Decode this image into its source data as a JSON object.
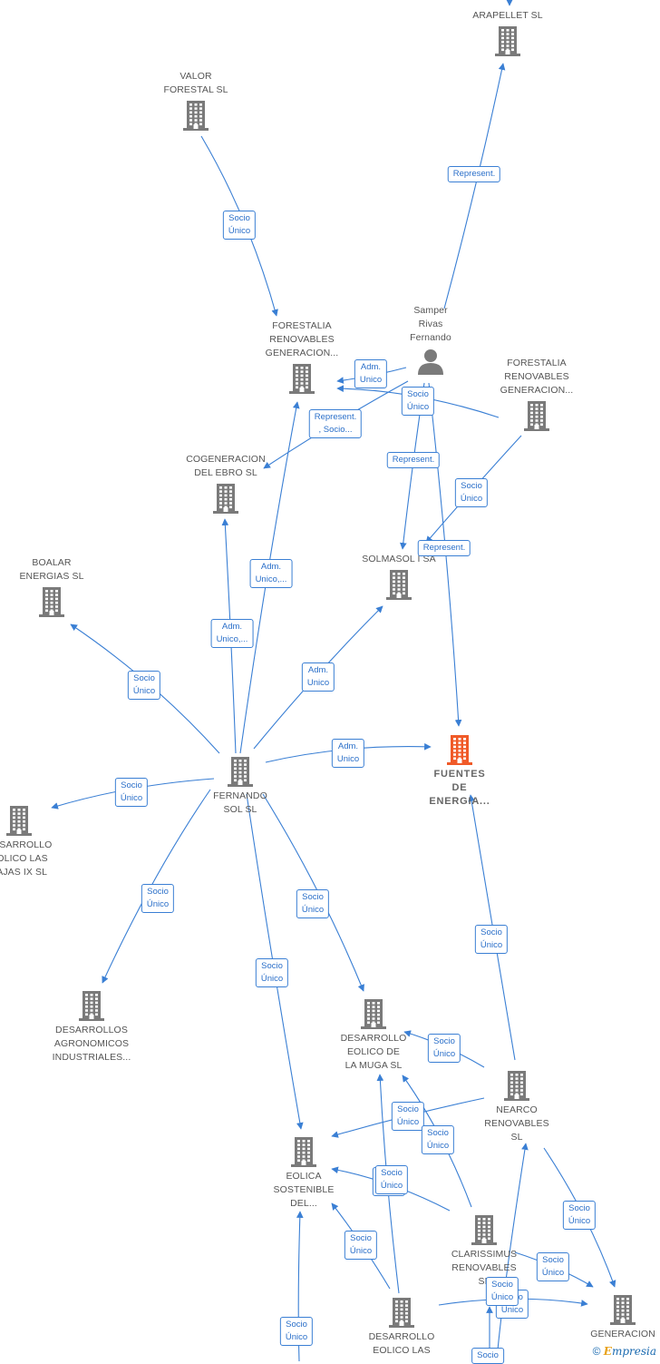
{
  "colors": {
    "edge": "#3a7fd4",
    "company": "#7a7a7a",
    "main_company": "#f05a28",
    "person": "#7a7a7a"
  },
  "nodes": [
    {
      "id": "arapellet",
      "kind": "company",
      "lines": [
        "ARAPELLET  SL"
      ]
    },
    {
      "id": "valor",
      "kind": "company",
      "lines": [
        "VALOR",
        "FORESTAL SL"
      ]
    },
    {
      "id": "forestalia1",
      "kind": "company",
      "lines": [
        "FORESTALIA",
        "RENOVABLES",
        "GENERACION..."
      ]
    },
    {
      "id": "samper",
      "kind": "person",
      "lines": [
        "Samper",
        "Rivas",
        "Fernando"
      ]
    },
    {
      "id": "forestalia2",
      "kind": "company",
      "lines": [
        "FORESTALIA",
        "RENOVABLES",
        "GENERACION..."
      ]
    },
    {
      "id": "cogeneracion",
      "kind": "company",
      "lines": [
        "COGENERACION",
        "DEL EBRO  SL"
      ]
    },
    {
      "id": "solmasol",
      "kind": "company",
      "lines": [
        "SOLMASOL I SA"
      ]
    },
    {
      "id": "boalar",
      "kind": "company",
      "lines": [
        "BOALAR",
        "ENERGIAS  SL"
      ]
    },
    {
      "id": "fernando",
      "kind": "company",
      "lines": [
        "FERNANDO",
        "SOL SL"
      ]
    },
    {
      "id": "fuentes",
      "kind": "main",
      "lines": [
        "FUENTES",
        "DE",
        "ENERGIA..."
      ]
    },
    {
      "id": "eolico_ix",
      "kind": "company",
      "lines": [
        "DESARROLLO",
        "EOLICO LAS",
        "PAJAS IX  SL"
      ]
    },
    {
      "id": "agronomicos",
      "kind": "company",
      "lines": [
        "DESARROLLOS",
        "AGRONOMICOS",
        "INDUSTRIALES..."
      ]
    },
    {
      "id": "muga",
      "kind": "company",
      "lines": [
        "DESARROLLO",
        "EOLICO DE",
        "LA MUGA SL"
      ]
    },
    {
      "id": "nearco",
      "kind": "company",
      "lines": [
        "NEARCO",
        "RENOVABLES",
        "SL"
      ]
    },
    {
      "id": "eolica_sost",
      "kind": "company",
      "lines": [
        "EOLICA",
        "SOSTENIBLE",
        "DEL..."
      ]
    },
    {
      "id": "clarissimus",
      "kind": "company",
      "lines": [
        "CLARISSIMUS",
        "RENOVABLES",
        "SL"
      ]
    },
    {
      "id": "eolico_las",
      "kind": "company",
      "lines": [
        "DESARROLLO",
        "EOLICO LAS"
      ]
    },
    {
      "id": "generacion",
      "kind": "company",
      "lines": [
        "GENERACION"
      ]
    }
  ],
  "edges": [
    {
      "from": "samper",
      "to": "arapellet",
      "label": [
        "Represent."
      ]
    },
    {
      "from": "valor",
      "to": "forestalia1",
      "label": [
        "Socio",
        "Único"
      ]
    },
    {
      "from": "samper",
      "to": "forestalia1",
      "label": [
        "Adm.",
        "Unico"
      ]
    },
    {
      "from": "forestalia2",
      "to": "forestalia1",
      "label": [
        "Socio",
        "Único"
      ]
    },
    {
      "from": "samper",
      "to": "cogeneracion",
      "label": [
        "Represent.",
        ", Socio..."
      ]
    },
    {
      "from": "samper",
      "to": "solmasol",
      "label": [
        "Represent."
      ]
    },
    {
      "from": "forestalia2",
      "to": "solmasol",
      "label": [
        "Socio",
        "Único"
      ]
    },
    {
      "from": "samper",
      "to": "fuentes",
      "label": [
        "Represent."
      ]
    },
    {
      "from": "fernando",
      "to": "forestalia1",
      "label": [
        "Adm.",
        "Unico,..."
      ]
    },
    {
      "from": "fernando",
      "to": "cogeneracion",
      "label": [
        "Adm.",
        "Unico,..."
      ]
    },
    {
      "from": "fernando",
      "to": "solmasol",
      "label": [
        "Adm.",
        "Unico"
      ]
    },
    {
      "from": "fernando",
      "to": "boalar",
      "label": [
        "Socio",
        "Único"
      ]
    },
    {
      "from": "fernando",
      "to": "fuentes",
      "label": [
        "Adm.",
        "Unico"
      ]
    },
    {
      "from": "fernando",
      "to": "eolico_ix",
      "label": [
        "Socio",
        "Único"
      ]
    },
    {
      "from": "fernando",
      "to": "agronomicos",
      "label": [
        "Socio",
        "Único"
      ]
    },
    {
      "from": "fernando",
      "to": "muga",
      "label": [
        "Socio",
        "Único"
      ]
    },
    {
      "from": "fernando",
      "to": "eolica_sost",
      "label": [
        "Socio",
        "Único"
      ]
    },
    {
      "from": "nearco",
      "to": "fuentes",
      "label": [
        "Socio",
        "Único"
      ]
    },
    {
      "from": "nearco",
      "to": "muga",
      "label": [
        "Socio",
        "Único"
      ]
    },
    {
      "from": "nearco",
      "to": "eolica_sost",
      "label": [
        "Socio",
        "Único"
      ]
    },
    {
      "from": "nearco",
      "to": "generacion",
      "label": [
        "Socio",
        "Único"
      ]
    },
    {
      "from": "clarissimus",
      "to": "muga",
      "label": [
        "Socio",
        "Único"
      ]
    },
    {
      "from": "clarissimus",
      "to": "eolica_sost",
      "label": [
        "Socio",
        "Único"
      ]
    },
    {
      "from": "clarissimus",
      "to": "generacion",
      "label": [
        "Socio",
        "Único"
      ]
    },
    {
      "from": "eolico_las",
      "to": "eolica_sost",
      "label": [
        "Socio",
        "Único"
      ]
    },
    {
      "from": "eolico_las",
      "to": "muga",
      "label": [
        "Socio",
        "Único"
      ]
    },
    {
      "from": "eolico_las",
      "to": "generacion",
      "label": [
        "Socio",
        "Único"
      ]
    },
    {
      "from": "eolico_las",
      "to": "clarissimus",
      "label": [
        "Socio",
        "Único"
      ]
    },
    {
      "from": "offpage",
      "to": "eolica_sost",
      "label": [
        "Socio",
        "Único"
      ]
    },
    {
      "from": "offpage",
      "to": "eolico_las",
      "label": [
        "Socio"
      ]
    },
    {
      "from": "offpage",
      "to": "arapellet",
      "label": []
    }
  ],
  "footer": {
    "copyright": "©",
    "brand_initial": "E",
    "brand_rest": "mpresia"
  }
}
